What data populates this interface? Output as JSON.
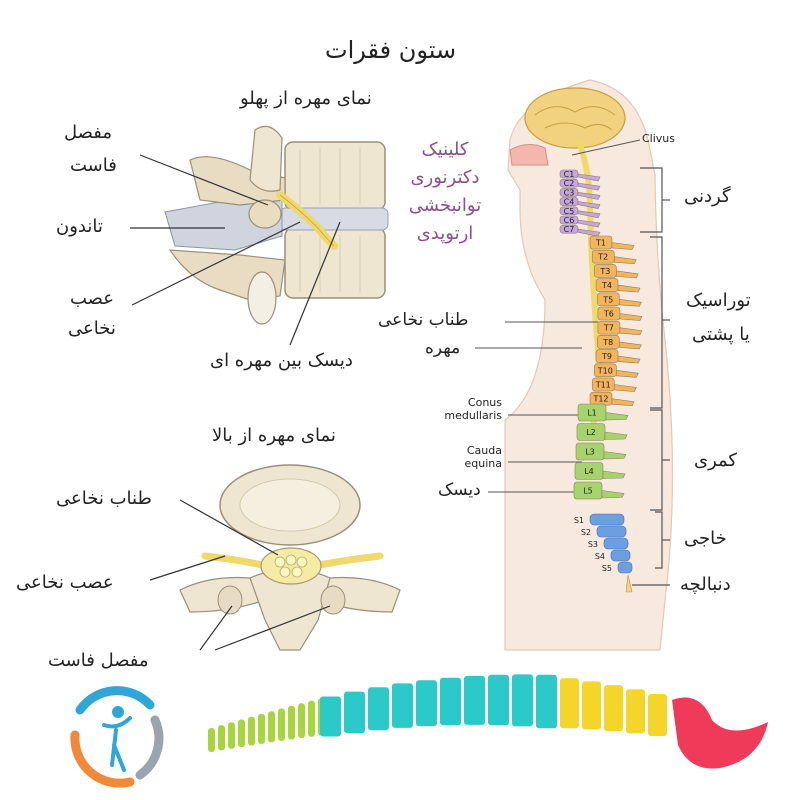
{
  "title": "ستون فقرات",
  "side_view": {
    "heading": "نمای مهره از پهلو",
    "facet_joint_line1": "مفصل",
    "facet_joint_line2": "فاست",
    "tendon": "تاندون",
    "nerve_line1": "عصب",
    "nerve_line2": "نخاعی",
    "disc": "دیسک بین مهره ای"
  },
  "top_view": {
    "heading": "نمای مهره از بالا",
    "spinal_cord": "طناب نخاعی",
    "spinal_nerve": "عصب نخاعی",
    "facet_joint": "مفصل فاست"
  },
  "clinic": {
    "line1": "کلینیک",
    "line2": "دکترنوری",
    "line3": "توانبخشی",
    "line4": "ارتوپدی"
  },
  "spine": {
    "clivus": "Clivus",
    "spinal_cord": "طناب نخاعی",
    "vertebra": "مهره",
    "conus_line1": "Conus",
    "conus_line2": "medullaris",
    "cauda_line1": "Cauda",
    "cauda_line2": "equina",
    "disc": "دیسک",
    "regions": {
      "cervical": "گردنی",
      "thoracic_line1": "توراسیک",
      "thoracic_line2": "یا پشتی",
      "lumbar": "کمری",
      "sacral": "خاجی",
      "coccyx": "دنبالچه"
    },
    "cervical_labels": [
      "C1",
      "C2",
      "C3",
      "C4",
      "C5",
      "C6",
      "C7"
    ],
    "thoracic_labels": [
      "T1",
      "T2",
      "T3",
      "T4",
      "T5",
      "T6",
      "T7",
      "T8",
      "T9",
      "T10",
      "T11",
      "T12"
    ],
    "lumbar_labels": [
      "L1",
      "L2",
      "L3",
      "L4",
      "L5"
    ],
    "sacral_labels": [
      "S1",
      "S2",
      "S3",
      "S4",
      "S5"
    ]
  },
  "colors": {
    "cervical": "#c7a6e0",
    "thoracic": "#f3b45a",
    "lumbar": "#a6d36b",
    "sacral": "#6c9fe0",
    "bone": "#efe6d2",
    "nerve": "#f2e27a",
    "clinic_text": "#8a4f8e",
    "band_green": "#a6d63c",
    "band_cyan": "#2cc9c9",
    "band_yellow": "#f4d52a",
    "band_red": "#ef3a5a"
  }
}
